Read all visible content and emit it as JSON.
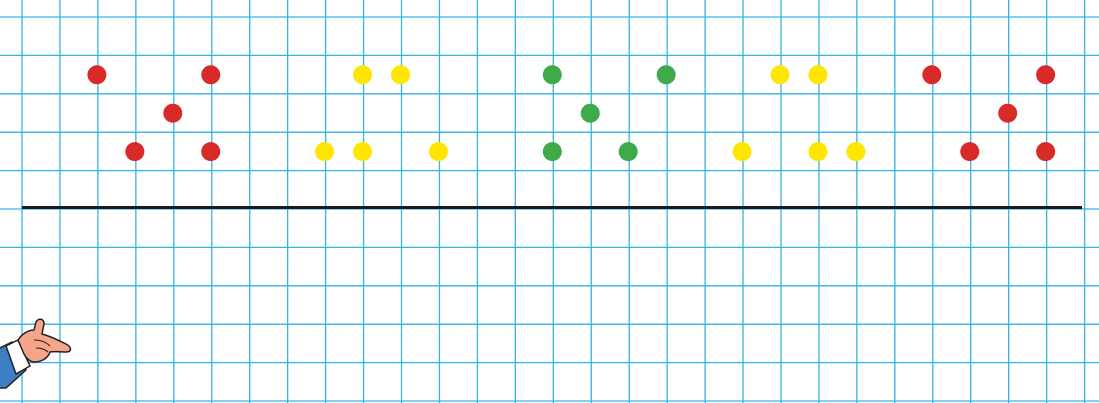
{
  "colors": {
    "grid": "#35b2e6",
    "baseline": "#1a1a1a",
    "background": "#ffffff",
    "red": "#d92a2a",
    "yellow": "#ffe600",
    "green": "#3faa4a"
  },
  "pattern_groups": [
    {
      "name": "group-1",
      "dots": [
        {
          "color": "red",
          "col": 2,
          "row": 2
        },
        {
          "color": "red",
          "col": 5,
          "row": 2
        },
        {
          "color": "red",
          "col": 4,
          "row": 3
        },
        {
          "color": "red",
          "col": 3,
          "row": 4
        },
        {
          "color": "red",
          "col": 5,
          "row": 4
        }
      ]
    },
    {
      "name": "group-2",
      "dots": [
        {
          "color": "yellow",
          "col": 9,
          "row": 2
        },
        {
          "color": "yellow",
          "col": 10,
          "row": 2
        },
        {
          "color": "yellow",
          "col": 8,
          "row": 4
        },
        {
          "color": "yellow",
          "col": 9,
          "row": 4
        },
        {
          "color": "yellow",
          "col": 11,
          "row": 4
        }
      ]
    },
    {
      "name": "group-3",
      "dots": [
        {
          "color": "green",
          "col": 14,
          "row": 2
        },
        {
          "color": "green",
          "col": 17,
          "row": 2
        },
        {
          "color": "green",
          "col": 15,
          "row": 3
        },
        {
          "color": "green",
          "col": 14,
          "row": 4
        },
        {
          "color": "green",
          "col": 16,
          "row": 4
        }
      ]
    },
    {
      "name": "group-4",
      "dots": [
        {
          "color": "yellow",
          "col": 20,
          "row": 2
        },
        {
          "color": "yellow",
          "col": 21,
          "row": 2
        },
        {
          "color": "yellow",
          "col": 19,
          "row": 4
        },
        {
          "color": "yellow",
          "col": 21,
          "row": 4
        },
        {
          "color": "yellow",
          "col": 22,
          "row": 4
        }
      ]
    },
    {
      "name": "group-5",
      "dots": [
        {
          "color": "red",
          "col": 24,
          "row": 2
        },
        {
          "color": "red",
          "col": 27,
          "row": 2
        },
        {
          "color": "red",
          "col": 26,
          "row": 3
        },
        {
          "color": "red",
          "col": 25,
          "row": 4
        },
        {
          "color": "red",
          "col": 27,
          "row": 4
        }
      ]
    }
  ],
  "icons": {
    "pointer": "pointing-hand-icon"
  }
}
